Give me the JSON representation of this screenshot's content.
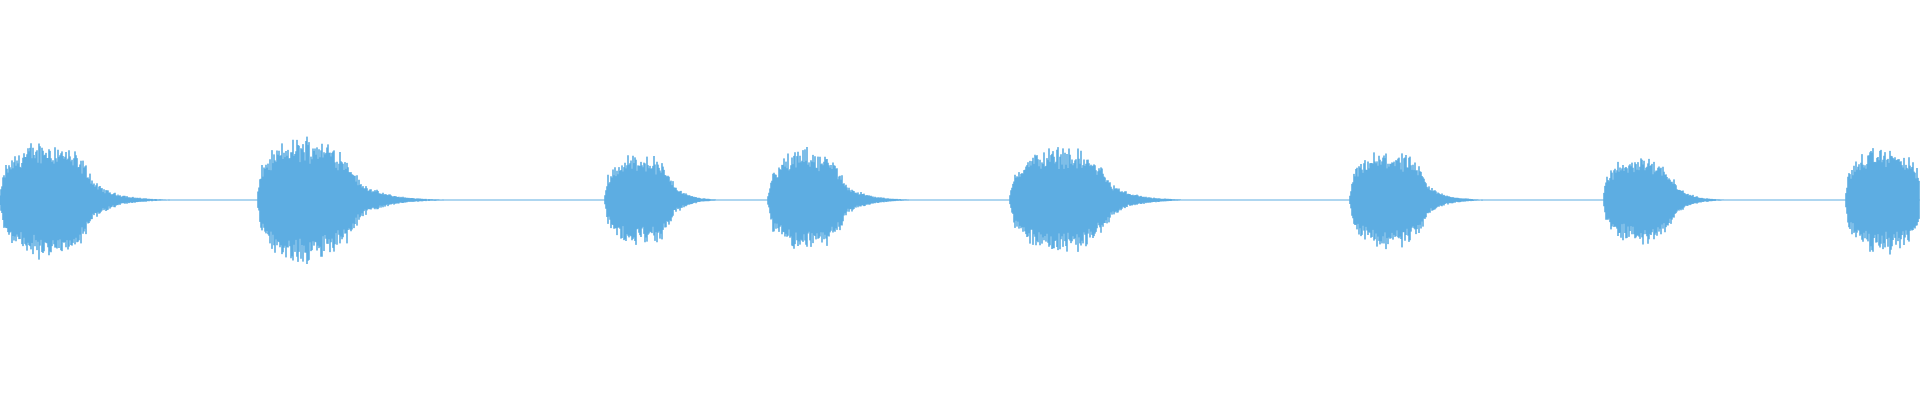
{
  "waveform": {
    "color": "#5dade2",
    "background": "#ffffff",
    "baseline_amplitude": 0.01,
    "bursts": [
      {
        "center": 0.024,
        "half_width": 0.024,
        "decay_tail": 0.045,
        "amplitude": 0.58
      },
      {
        "center": 0.16,
        "half_width": 0.026,
        "decay_tail": 0.05,
        "amplitude": 0.62
      },
      {
        "center": 0.333,
        "half_width": 0.018,
        "decay_tail": 0.028,
        "amplitude": 0.46
      },
      {
        "center": 0.42,
        "half_width": 0.02,
        "decay_tail": 0.04,
        "amplitude": 0.5
      },
      {
        "center": 0.552,
        "half_width": 0.026,
        "decay_tail": 0.045,
        "amplitude": 0.52
      },
      {
        "center": 0.723,
        "half_width": 0.02,
        "decay_tail": 0.035,
        "amplitude": 0.48
      },
      {
        "center": 0.854,
        "half_width": 0.019,
        "decay_tail": 0.03,
        "amplitude": 0.44
      },
      {
        "center": 0.981,
        "half_width": 0.02,
        "decay_tail": 0.02,
        "amplitude": 0.52
      }
    ]
  }
}
